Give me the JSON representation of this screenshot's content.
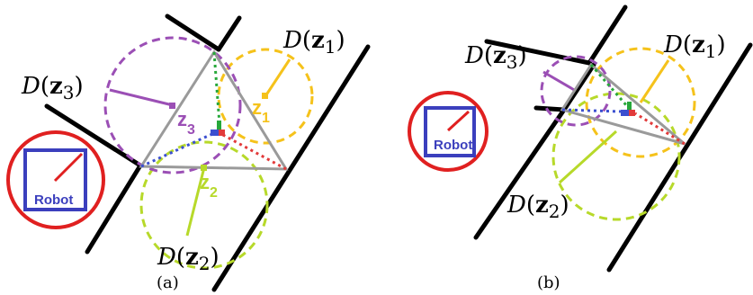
{
  "panels": [
    {
      "caption": "(a)",
      "robot_label": "Robot",
      "disk_labels": {
        "d1": {
          "fn": "D",
          "open": "(",
          "var": "z",
          "sub": "1",
          "close": ")"
        },
        "d2": {
          "fn": "D",
          "open": "(",
          "var": "z",
          "sub": "2",
          "close": ")"
        },
        "d3": {
          "fn": "D",
          "open": "(",
          "var": "z",
          "sub": "3",
          "close": ")"
        }
      },
      "vertex_labels": {
        "z1": "z",
        "z1_sub": "1",
        "z2": "z",
        "z2_sub": "2",
        "z3": "z",
        "z3_sub": "3"
      }
    },
    {
      "caption": "(b)",
      "robot_label": "Robot",
      "disk_labels": {
        "d1": {
          "fn": "D",
          "open": "(",
          "var": "z",
          "sub": "1",
          "close": ")"
        },
        "d2": {
          "fn": "D",
          "open": "(",
          "var": "z",
          "sub": "2",
          "close": ")"
        },
        "d3": {
          "fn": "D",
          "open": "(",
          "var": "z",
          "sub": "3",
          "close": ")"
        }
      }
    }
  ],
  "colors": {
    "wall": "#000000",
    "triangle": "#9a9a9a",
    "robot_circle": "#e02020",
    "robot_box": "#3b3fbd",
    "disk1": "#f5c21b",
    "disk2": "#b7d92a",
    "disk3": "#9b4fb5",
    "dot_red": "#e23a3a",
    "dot_blue": "#3b4fd0",
    "dot_green": "#27a83a"
  }
}
